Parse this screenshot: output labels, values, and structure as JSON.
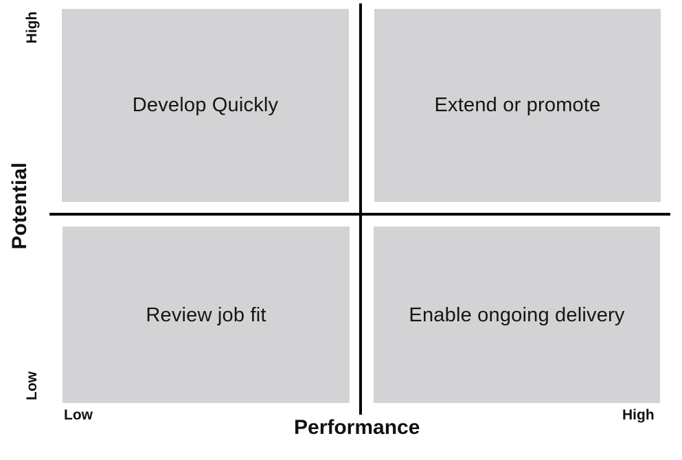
{
  "quadrants": {
    "top_left": "Develop Quickly",
    "top_right": "Extend or promote",
    "bottom_left": "Review job fit",
    "bottom_right": "Enable ongoing delivery"
  },
  "axes": {
    "x": {
      "title": "Performance",
      "low": "Low",
      "high": "High"
    },
    "y": {
      "title": "Potential",
      "low": "Low",
      "high": "High"
    }
  },
  "colors": {
    "quadrant_fill": "#d3d3d5",
    "axis_line": "#000000",
    "text": "#111111"
  }
}
